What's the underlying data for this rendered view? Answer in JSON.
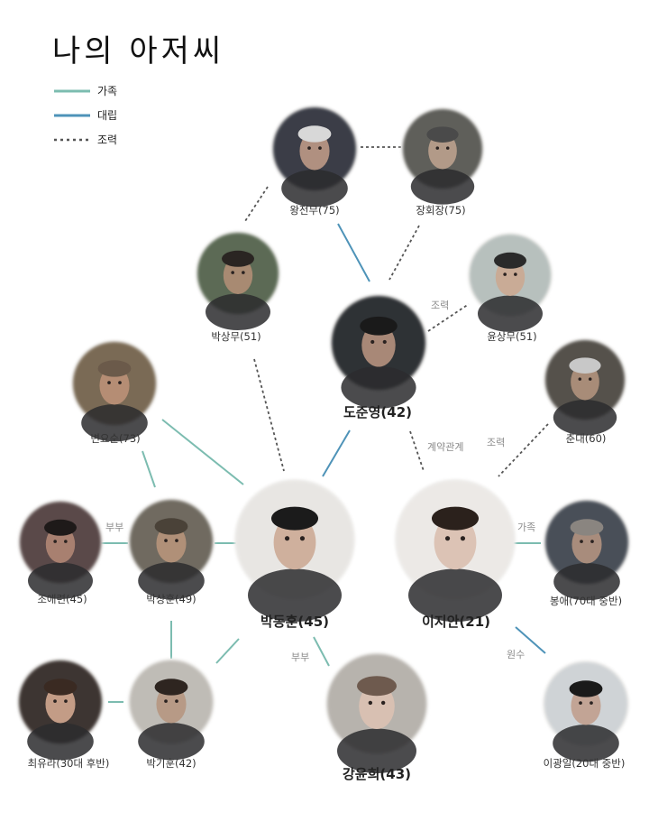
{
  "title": "나의 아저씨",
  "legend": [
    {
      "label": "가족",
      "kind": "family"
    },
    {
      "label": "대립",
      "kind": "conflict"
    },
    {
      "label": "조력",
      "kind": "help"
    }
  ],
  "colors": {
    "family": "#7cbcb0",
    "conflict": "#4e93b8",
    "help": "#555555"
  },
  "people": [
    {
      "id": "wang",
      "name": "왕전무(75)",
      "main": false,
      "skin": "#b09080",
      "bg": "#3b3e46",
      "hair": "#d8d8d8"
    },
    {
      "id": "jang",
      "name": "장회장(75)",
      "main": false,
      "skin": "#b29a88",
      "bg": "#5e5f5a",
      "hair": "#4a4a4a"
    },
    {
      "id": "parksm",
      "name": "박상무(51)",
      "main": false,
      "skin": "#a88a72",
      "bg": "#5b6a55",
      "hair": "#2a2522"
    },
    {
      "id": "yoon",
      "name": "윤상무(51)",
      "main": false,
      "skin": "#c9ab96",
      "bg": "#b7c0bd",
      "hair": "#2a2a2a"
    },
    {
      "id": "do",
      "name": "도준영(42)",
      "main": true,
      "skin": "#a88877",
      "bg": "#2f3134",
      "hair": "#1a1a1a"
    },
    {
      "id": "byeon",
      "name": "변요순(73)",
      "main": false,
      "skin": "#b58d74",
      "bg": "#7a6a55",
      "hair": "#6b5a4a"
    },
    {
      "id": "chun",
      "name": "춘대(60)",
      "main": false,
      "skin": "#a88c78",
      "bg": "#55514c",
      "hair": "#c8c8c8"
    },
    {
      "id": "cho",
      "name": "조애련(45)",
      "main": false,
      "skin": "#a88070",
      "bg": "#5a4a48",
      "hair": "#1e1a19"
    },
    {
      "id": "parkhun",
      "name": "박상훈(49)",
      "main": false,
      "skin": "#b09078",
      "bg": "#6f6a60",
      "hair": "#4a4238"
    },
    {
      "id": "dh",
      "name": "박동훈(45)",
      "main": true,
      "skin": "#cfb09d",
      "bg": "#e8e6e3",
      "hair": "#1b1b1b"
    },
    {
      "id": "ja",
      "name": "이지안(21)",
      "main": true,
      "skin": "#dcc3b5",
      "bg": "#ece9e6",
      "hair": "#2b211c"
    },
    {
      "id": "bongae",
      "name": "봉애(70대 중반)",
      "main": false,
      "skin": "#a88c7c",
      "bg": "#4a4f58",
      "hair": "#8a8580"
    },
    {
      "id": "choi",
      "name": "최유라(30대 후반)",
      "main": false,
      "skin": "#c39c86",
      "bg": "#3d3533",
      "hair": "#3a2a22"
    },
    {
      "id": "parkgi",
      "name": "박기훈(42)",
      "main": false,
      "skin": "#b79a86",
      "bg": "#bfbcb6",
      "hair": "#2e2520"
    },
    {
      "id": "kang",
      "name": "강윤희(43)",
      "main": true,
      "skin": "#d8c0b2",
      "bg": "#b7b3ad",
      "hair": "#6e5a4e"
    },
    {
      "id": "lee",
      "name": "이광일(20대 중반)",
      "main": false,
      "skin": "#c2a495",
      "bg": "#cfd3d6",
      "hair": "#1a1a1a"
    }
  ],
  "relations": [
    {
      "label": "조력",
      "between": "do-yoon"
    },
    {
      "label": "계약관계",
      "between": "ja-do"
    },
    {
      "label": "조력",
      "between": "ja-chun"
    },
    {
      "label": "부부",
      "between": "cho-parkhun"
    },
    {
      "label": "가족",
      "between": "ja-bongae"
    },
    {
      "label": "원수",
      "between": "ja-lee"
    },
    {
      "label": "부부",
      "between": "dh-kang"
    }
  ]
}
